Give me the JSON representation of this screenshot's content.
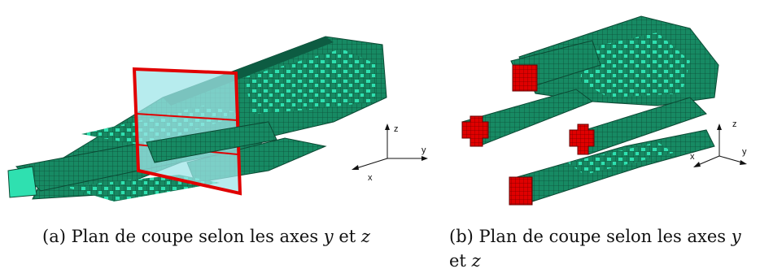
{
  "figure": {
    "panel_a": {
      "caption_tag": "(a)",
      "caption_text": "Plan de coupe selon les axes",
      "caption_var1": "y",
      "caption_conj": "et",
      "caption_var2": "z",
      "axes": {
        "z": "z",
        "y": "y",
        "x": "x"
      }
    },
    "panel_b": {
      "caption_tag": "(b)",
      "caption_text": "Plan de coupe selon les axes",
      "caption_var1": "y",
      "caption_conj": "et",
      "caption_var2": "z",
      "axes": {
        "z": "z",
        "y": "y",
        "x": "x"
      }
    }
  },
  "colors": {
    "voxel_dark": "#0f6a4c",
    "voxel_mid": "#178a63",
    "voxel_light": "#2fe0b0",
    "section_red": "#e00000",
    "plane_fill": "#9fe6e8"
  }
}
